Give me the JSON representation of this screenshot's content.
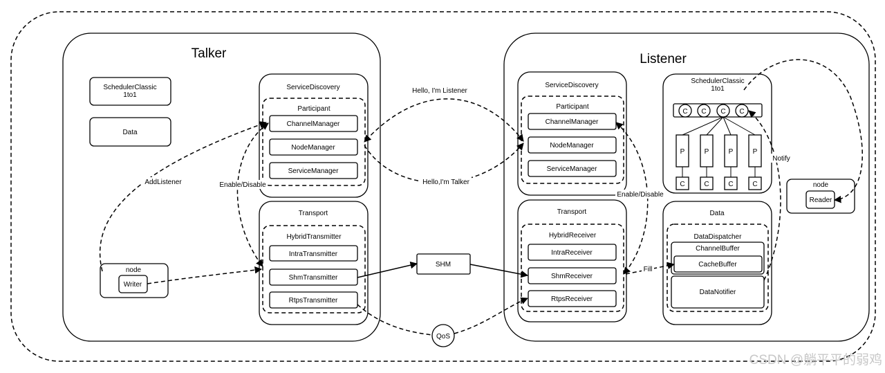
{
  "talker": {
    "title": "Talker",
    "scheduler": "SchedulerClassic\n1to1",
    "data": "Data",
    "node": "node",
    "writer": "Writer",
    "service_discovery": "ServiceDiscovery",
    "participant": "Participant",
    "channel_manager": "ChannelManager",
    "node_manager": "NodeManager",
    "service_manager": "ServiceManager",
    "transport": "Transport",
    "hybrid": "HybridTransmitter",
    "intra": "IntraTransmitter",
    "shm": "ShmTransmitter",
    "rtps": "RtpsTransmitter"
  },
  "listener": {
    "title": "Listener",
    "service_discovery": "ServiceDiscovery",
    "participant": "Participant",
    "channel_manager": "ChannelManager",
    "node_manager": "NodeManager",
    "service_manager": "ServiceManager",
    "transport": "Transport",
    "hybrid": "HybridReceiver",
    "intra": "IntraReceiver",
    "shm": "ShmReceiver",
    "rtps": "RtpsReceiver",
    "scheduler": "SchedulerClassic\n1to1",
    "coroutine": "C",
    "processor": "P",
    "data": "Data",
    "dispatcher": "DataDispatcher",
    "channel_buffer": "ChannelBuffer",
    "cache_buffer": "CacheBuffer",
    "notifier": "DataNotifier",
    "node": "node",
    "reader": "Reader"
  },
  "middle": {
    "shm": "SHM",
    "qos": "QoS"
  },
  "edges": {
    "add_listener": "AddListener",
    "enable_disable_left": "Enable/Disable",
    "enable_disable_right": "Enable/Disable",
    "hello_listener": "Hello, I'm Listener",
    "hello_talker": "Hello,I'm Talker",
    "fill": "Fill",
    "notify": "Notify"
  },
  "watermark": "CSDN @躺平平的弱鸡"
}
